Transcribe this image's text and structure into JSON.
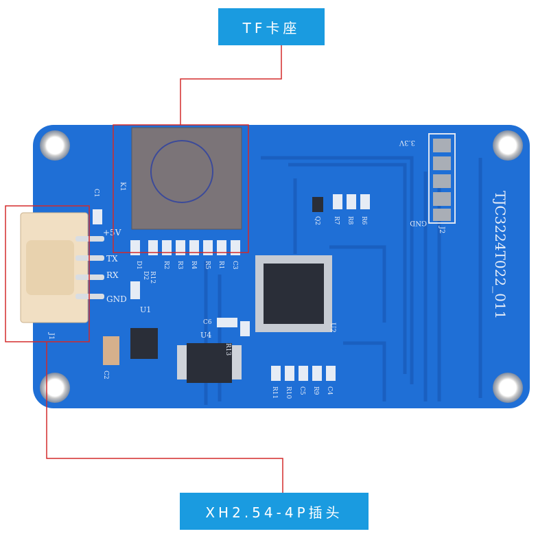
{
  "callouts": {
    "tf_socket": "TF卡座",
    "connector": "XH2.54-4P插头"
  },
  "colors": {
    "board": "#1f6fd6",
    "callout": "#1a9be0",
    "highlight": "#d42a2a"
  },
  "silkscreen": {
    "board_name": "TJC3224T022_011",
    "pins": [
      "+5V",
      "TX",
      "RX",
      "GND"
    ],
    "header_top": "3.3V",
    "header_bottom": "GND",
    "header_ref": "J2",
    "connector_ref": "J1",
    "socket_ref": "K1",
    "ic_ref": "U2",
    "flash_ref": "U4",
    "regulator_ref": "U1",
    "parts_row": [
      "D1",
      "R12",
      "R2",
      "R3",
      "R4",
      "R5",
      "R1",
      "C3"
    ],
    "parts_bottom": [
      "R11",
      "R10",
      "C5",
      "R9",
      "C4"
    ],
    "parts_top": [
      "Q2",
      "R7",
      "R8",
      "R6"
    ],
    "misc": [
      "C1",
      "C2",
      "C6",
      "R13",
      "D2"
    ]
  }
}
